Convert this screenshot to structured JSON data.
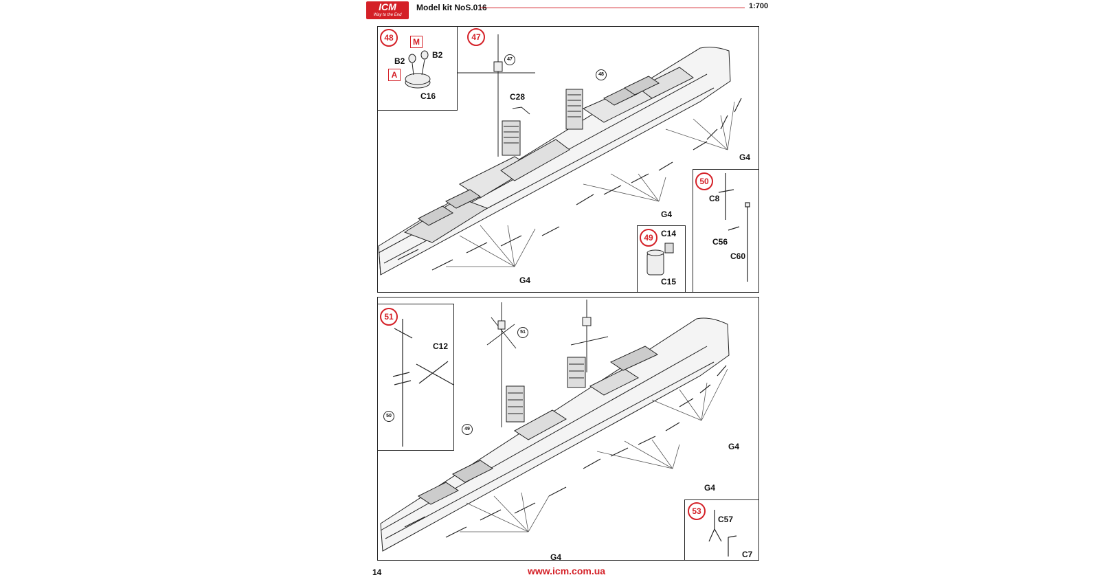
{
  "header": {
    "logo_main": "ICM",
    "logo_tagline": "Way to the End",
    "kit_label": "Model kit NoS.016",
    "scale": "1:700"
  },
  "footer": {
    "page_number": "14",
    "website": "www.icm.com.ua"
  },
  "top_section": {
    "step_48": {
      "number": "48",
      "labels": [
        "B2",
        "B2",
        "C16"
      ],
      "callouts": [
        "M",
        "A"
      ]
    },
    "step_47": {
      "number": "47",
      "labels": [
        "C28",
        "G4",
        "G4",
        "G4"
      ],
      "refs": [
        "47",
        "48"
      ]
    },
    "step_49": {
      "number": "49",
      "labels": [
        "C14",
        "C15"
      ]
    },
    "step_50": {
      "number": "50",
      "labels": [
        "C8",
        "C56",
        "C60"
      ]
    }
  },
  "bottom_section": {
    "step_51": {
      "number": "51",
      "labels": [
        "C12"
      ],
      "refs": [
        "50"
      ]
    },
    "main": {
      "labels": [
        "G4",
        "G4",
        "G4"
      ],
      "refs": [
        "51",
        "49"
      ]
    },
    "step_53": {
      "number": "53",
      "labels": [
        "C57",
        "C7"
      ]
    }
  },
  "colors": {
    "accent": "#d42027",
    "line": "#222222"
  }
}
